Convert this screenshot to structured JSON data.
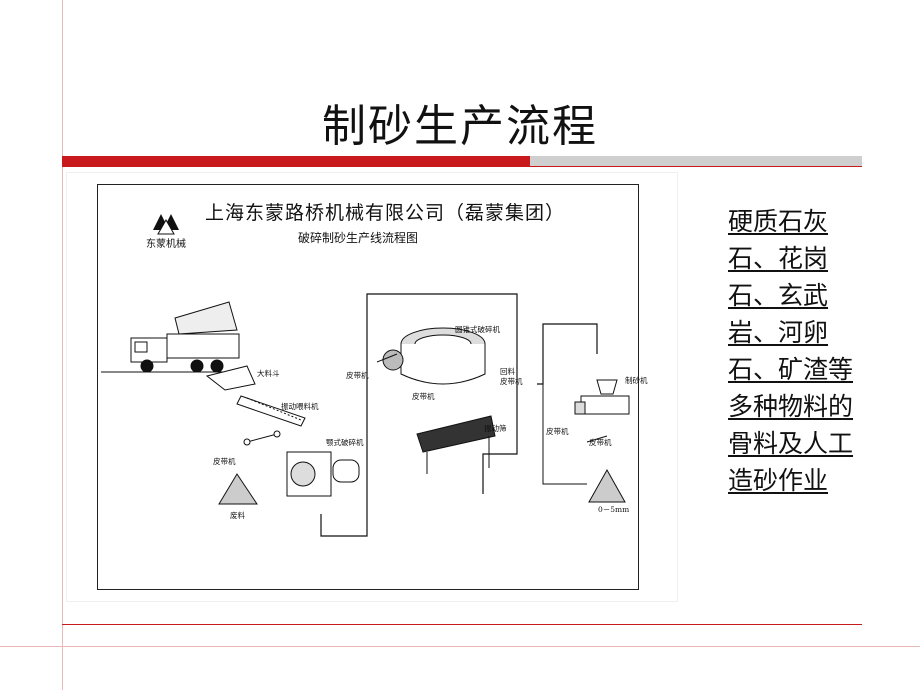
{
  "slide": {
    "title": "制砂生产流程",
    "side_text": "硬质石灰石、花岗石、玄武岩、河卵石、矿渣等多种物料的骨料及人工造砂作业"
  },
  "diagram": {
    "company": "上海东蒙路桥机械有限公司（磊蒙集团）",
    "subtitle": "破碎制砂生产线流程图",
    "logo_text": "东蒙机械",
    "labels": {
      "hopper": "大料斗",
      "feeder": "振动喂料机",
      "belt1": "皮带机",
      "waste": "废料",
      "jaw": "颚式破碎机",
      "belt2": "皮带机",
      "cone": "圆锥式破碎机",
      "belt3": "皮带机",
      "screen": "振动筛",
      "return": "回料",
      "belt4": "皮带机",
      "belt5": "皮带机",
      "sandmaker": "制砂机",
      "belt6": "皮带机",
      "product": "0－5mm"
    }
  },
  "colors": {
    "accent_red": "#c8191c",
    "bar_gray": "#cfcfcf",
    "grid_line": "#e8b9b9"
  }
}
